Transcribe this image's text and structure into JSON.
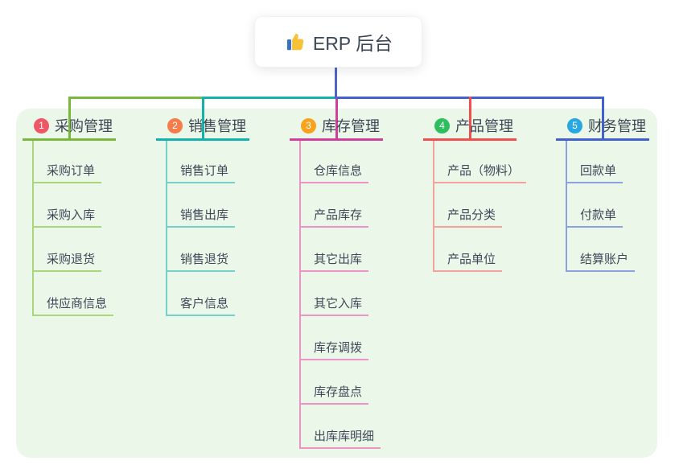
{
  "root": {
    "label": "ERP 后台",
    "icon": "thumbs-up-icon"
  },
  "colors": {
    "panel_bg": "#ebf7e8",
    "root_line": "#5164c5",
    "text_dark": "#3c4756"
  },
  "branches": [
    {
      "num": "1",
      "label": "采购管理",
      "badge_color": "#ef5767",
      "line_color": "#7ab83d",
      "light_color": "#a9d678",
      "children": [
        "采购订单",
        "采购入库",
        "采购退货",
        "供应商信息"
      ]
    },
    {
      "num": "2",
      "label": "销售管理",
      "badge_color": "#f67c4a",
      "line_color": "#13b3ab",
      "light_color": "#72d1c8",
      "children": [
        "销售订单",
        "销售出库",
        "销售退货",
        "客户信息"
      ]
    },
    {
      "num": "3",
      "label": "库存管理",
      "badge_color": "#f9a21d",
      "line_color": "#d0409a",
      "light_color": "#ea93c4",
      "children": [
        "仓库信息",
        "产品库存",
        "其它出库",
        "其它入库",
        "库存调拨",
        "库存盘点",
        "出库库明细"
      ]
    },
    {
      "num": "4",
      "label": "产品管理",
      "badge_color": "#2ebd5f",
      "line_color": "#ef504f",
      "light_color": "#f5a19e",
      "children": [
        "产品（物料）",
        "产品分类",
        "产品单位"
      ]
    },
    {
      "num": "5",
      "label": "财务管理",
      "badge_color": "#28a7e1",
      "line_color": "#4161cf",
      "light_color": "#8ba1e2",
      "children": [
        "回款单",
        "付款单",
        "结算账户"
      ]
    }
  ]
}
